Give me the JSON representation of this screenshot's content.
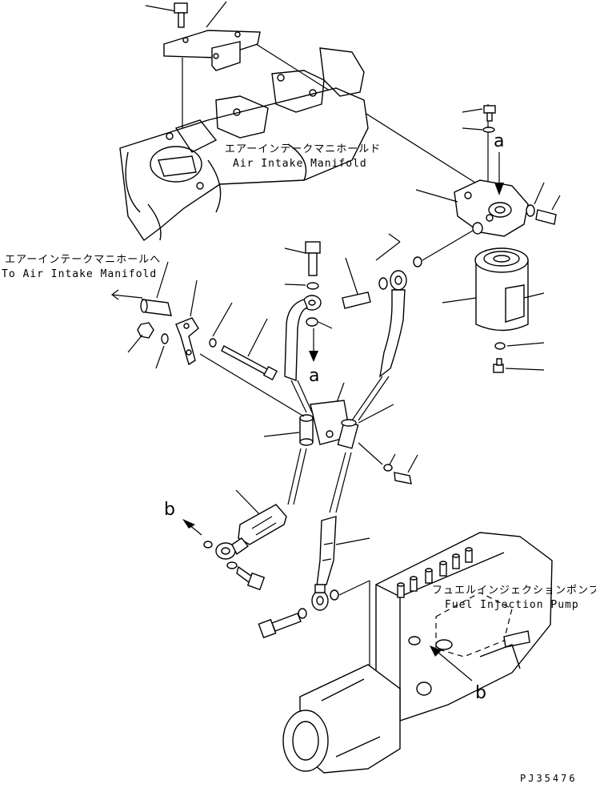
{
  "labels": {
    "manifold_jp": "エアーインテークマニホールド",
    "manifold_en": "Air Intake Manifold",
    "to_manifold_jp": "エアーインテークマニホールへ",
    "to_manifold_en": "To Air Intake Manifold",
    "pump_jp": "フュエルインジェクションポンプ",
    "pump_en": "Fuel Injection Pump"
  },
  "callouts": {
    "a_top": "a",
    "a_mid": "a",
    "b_left": "b",
    "b_right": "b"
  },
  "drawing_code": "PJ35476"
}
